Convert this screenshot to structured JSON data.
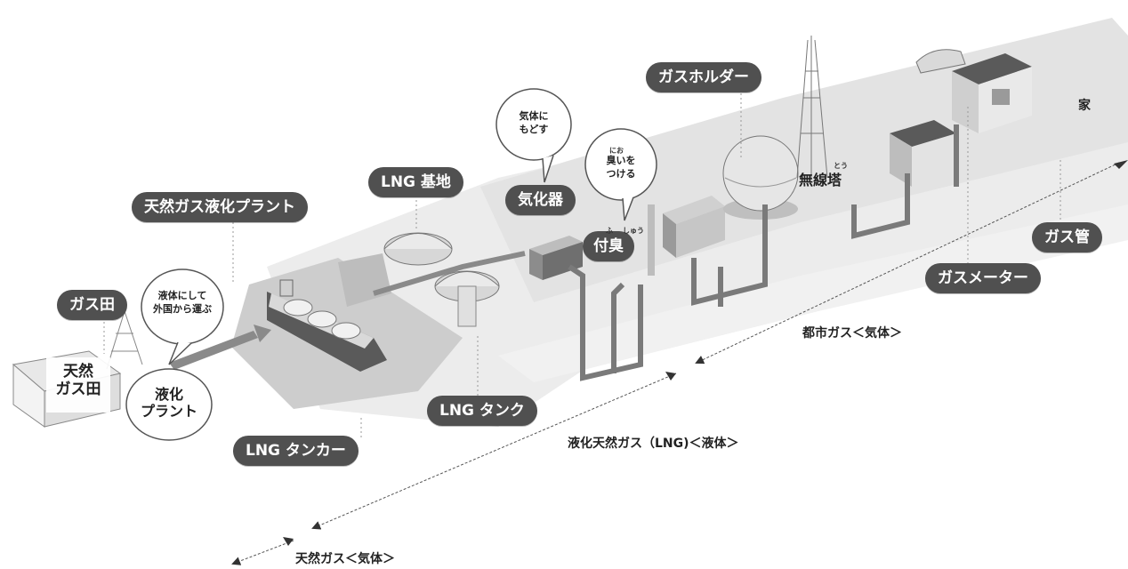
{
  "labels": {
    "gas_field": "ガス田",
    "liquefaction_plant": "天然ガス液化プラント",
    "lng_terminal": "LNG 基地",
    "vaporizer": "気化器",
    "odorizer": "付臭",
    "odorizer_reading_1": "ふ",
    "odorizer_reading_2": "しゅう",
    "gas_holder": "ガスホルダー",
    "radio_tower": "無線塔",
    "radio_tower_reading": "とう",
    "house": "家",
    "gas_pipe": "ガス管",
    "gas_meter": "ガスメーター",
    "lng_tank": "LNG タンク",
    "lng_tanker": "LNG タンカー"
  },
  "bubbles": {
    "transport": [
      "液体にして",
      "外国から運ぶ"
    ],
    "vaporize": [
      "気体に",
      "もどす"
    ],
    "odor": [
      "臭いを",
      "つける"
    ],
    "odor_reading": "にお"
  },
  "blocks": {
    "natural_gas_field": [
      "天然",
      "ガス田"
    ],
    "plant": [
      "液化",
      "プラント"
    ]
  },
  "stages": {
    "city_gas": "都市ガス＜気体＞",
    "lng": "液化天然ガス（LNG)＜液体＞",
    "natural_gas": "天然ガス＜気体＞"
  },
  "colors": {
    "pill": "#505050",
    "ground": "#e9e9e9",
    "sea": "#cfcfcf",
    "pipe": "#7a7a7a"
  }
}
